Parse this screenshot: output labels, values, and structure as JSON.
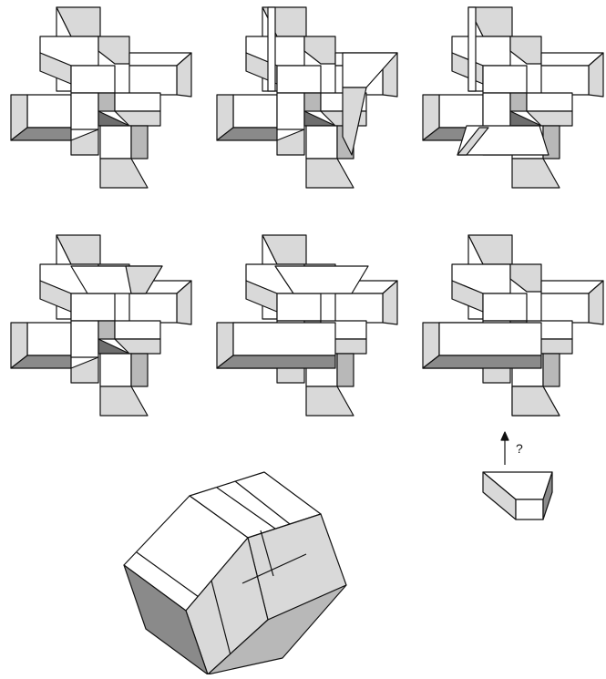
{
  "figure": {
    "panels": [
      {
        "id": "net-1"
      },
      {
        "id": "net-2"
      },
      {
        "id": "net-3"
      },
      {
        "id": "net-4"
      },
      {
        "id": "net-5"
      },
      {
        "id": "net-6"
      }
    ],
    "question_label": "?",
    "colors": {
      "background": "#ffffff",
      "outline": "#111111",
      "face_light": "#d9d9d9",
      "face_mid": "#b8b8b8",
      "face_dark": "#8a8a8a"
    }
  }
}
